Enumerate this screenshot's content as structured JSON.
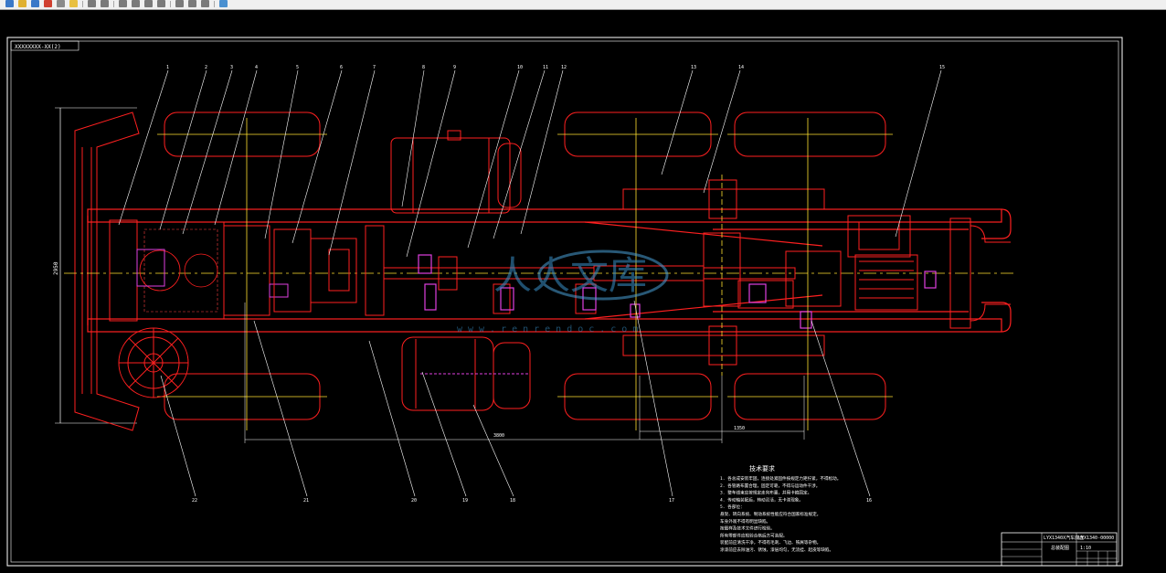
{
  "toolbar": {
    "buttons": [
      {
        "name": "new-file-icon",
        "color": "#3a78c8"
      },
      {
        "name": "open-folder-icon",
        "color": "#e0b030"
      },
      {
        "name": "save-icon",
        "color": "#3a78c8"
      },
      {
        "name": "print-icon",
        "color": "#d04030"
      },
      {
        "name": "preview-icon",
        "color": "#8a8a8a"
      },
      {
        "name": "publish-icon",
        "color": "#e8c040"
      },
      {
        "name": "undo-icon",
        "color": "#7a7a7a"
      },
      {
        "name": "redo-icon",
        "color": "#7a7a7a"
      },
      {
        "name": "pan-icon",
        "color": "#7a7a7a"
      },
      {
        "name": "zoom-icon",
        "color": "#7a7a7a"
      },
      {
        "name": "zoom-window-icon",
        "color": "#7a7a7a"
      },
      {
        "name": "zoom-previous-icon",
        "color": "#7a7a7a"
      },
      {
        "name": "properties-icon",
        "color": "#7a7a7a"
      },
      {
        "name": "design-center-icon",
        "color": "#7a7a7a"
      },
      {
        "name": "tool-palette-icon",
        "color": "#7a7a7a"
      },
      {
        "name": "help-icon",
        "color": "#4a90d0"
      }
    ]
  },
  "drawing": {
    "code_box": "XXXXXXXX-XX(2)",
    "overall_length_dim": "2950",
    "wheelbase_dim": "3800",
    "rear_axle_dim": "1350",
    "watermark_latin": "www.renrendoc.com",
    "watermark_cn": "人人文库",
    "top_callouts": [
      "1",
      "2",
      "3",
      "4",
      "5",
      "6",
      "7",
      "8",
      "9",
      "10",
      "11",
      "12",
      "13",
      "14",
      "15"
    ],
    "bottom_callouts": [
      "22",
      "21",
      "20",
      "19",
      "18",
      "17",
      "16"
    ],
    "notes_title": "技术要求",
    "notes": [
      "1. 各总成安装牢固，连接处紧固件按规定力矩拧紧，不得松动。",
      "2. 各管路布置合理，固定可靠，不得与运动件干涉。",
      "3. 整车线束应按规定走向布置，并用卡箍固定。",
      "4. 传动轴装配后，转动灵活，无卡滞现象。",
      "5. 各部位：",
      "   悬架、转向系统、制动系统性能应符合国家标准规定。",
      "   车身外观不得有明显缺陷。",
      "   按图样及技术文件进行检验。",
      "   所有零部件应检验合格后方可装配。",
      "   装配前应清洗干净，不得有毛刺、飞边、铁屑等杂物。",
      "   涂漆前应去除油污、锈蚀，漆层均匀，无流挂、起皮等缺陷。"
    ],
    "title_block": {
      "drawing_name": "LYX1340X汽车底盘",
      "sheet_label": "总装配图",
      "drawing_code": "LYX1340-00000",
      "scale": "1:10"
    }
  }
}
